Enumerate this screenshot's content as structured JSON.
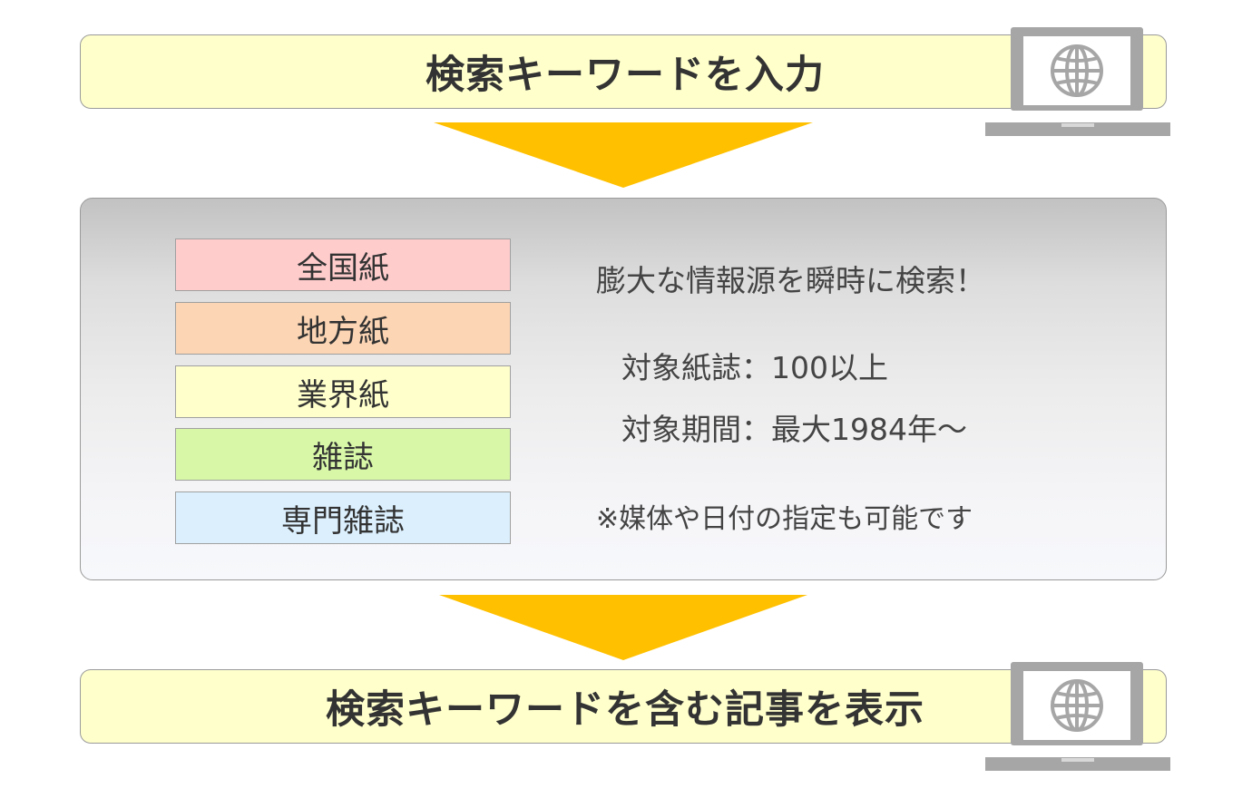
{
  "flow": {
    "step1": {
      "text": "検索キーワードを入力",
      "icon": "laptop-globe-icon"
    },
    "arrow_color": "#ffc000",
    "step2": {
      "categories": [
        {
          "label": "全国紙",
          "color": "#ffcccc"
        },
        {
          "label": "地方紙",
          "color": "#fcd5b4"
        },
        {
          "label": "業界紙",
          "color": "#ffffcc"
        },
        {
          "label": "雑誌",
          "color": "#d8f8a8"
        },
        {
          "label": "専門雑誌",
          "color": "#dbeffd"
        }
      ],
      "headline": "膨大な情報源を瞬時に検索！",
      "papers": "対象紙誌：100以上",
      "period": "対象期間：最大1984年～",
      "note": "※媒体や日付の指定も可能です"
    },
    "step3": {
      "text": "検索キーワードを含む記事を表示",
      "icon": "laptop-globe-icon"
    }
  },
  "colors": {
    "banner_fill": "#ffffcc",
    "border": "#9a9a9a",
    "laptop": "#a6a6a6",
    "text": "#333333"
  }
}
